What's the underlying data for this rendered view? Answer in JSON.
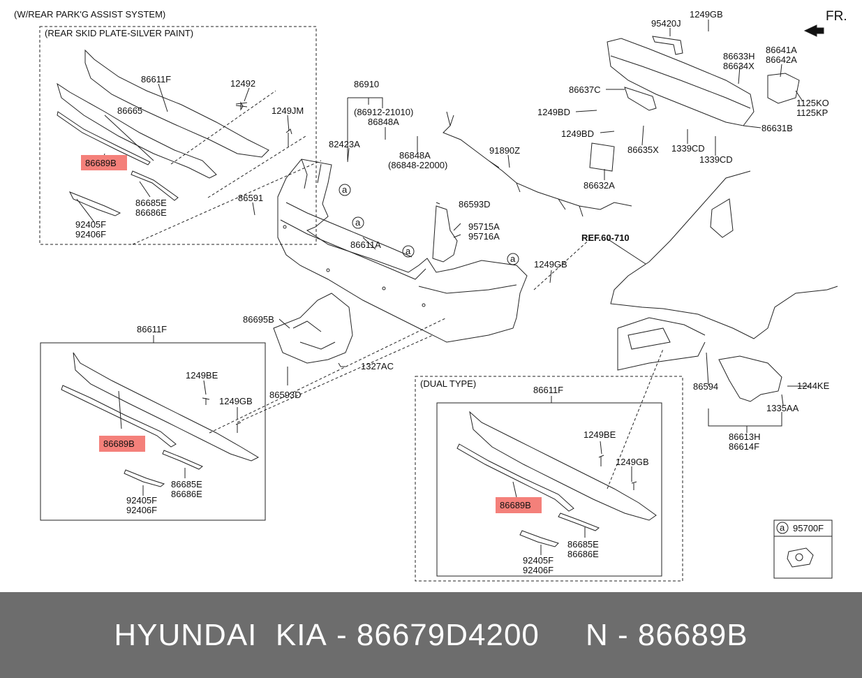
{
  "header": {
    "option": "(W/REAR PARK'G ASSIST SYSTEM)",
    "direction": "FR."
  },
  "groups": {
    "skid_plate": "(REAR SKID PLATE-SILVER PAINT)",
    "dual_type": "(DUAL TYPE)"
  },
  "reference": "REF.60-710",
  "callout_symbol": "a",
  "parts": {
    "p95420J": "95420J",
    "p1249GB_top": "1249GB",
    "p86633H": "86633H",
    "p86634X": "86634X",
    "p86641A": "86641A",
    "p86642A": "86642A",
    "p86637C": "86637C",
    "p1125KO": "1125KO",
    "p1125KP": "1125KP",
    "p1249BD_1": "1249BD",
    "p1249BD_2": "1249BD",
    "p86631B": "86631B",
    "p86635X": "86635X",
    "p1339CD_1": "1339CD",
    "p1339CD_2": "1339CD",
    "p86632A": "86632A",
    "p86611F_sk": "86611F",
    "p12492": "12492",
    "p86665": "86665",
    "p1249JM": "1249JM",
    "p86689B_sk": "86689B",
    "p86685E_sk": "86685E",
    "p86686E_sk": "86686E",
    "p92405F_sk": "92405F",
    "p92406F_sk": "92406F",
    "p86910": "86910",
    "p86912": "(86912-21010)",
    "p86848A_1": "86848A",
    "p82423A": "82423A",
    "p86848A_2": "86848A",
    "p86848_22000": "(86848-22000)",
    "p91890Z": "91890Z",
    "p86591": "86591",
    "p86593D_1": "86593D",
    "p95715A": "95715A",
    "p95716A": "95716A",
    "p86611A": "86611A",
    "p1249GB_mid": "1249GB",
    "p86695B": "86695B",
    "p1327AC": "1327AC",
    "p86593D_2": "86593D",
    "p86611F_bl": "86611F",
    "p1249BE_bl": "1249BE",
    "p1249GB_bl": "1249GB",
    "p86689B_bl": "86689B",
    "p86685E_bl": "86685E",
    "p86686E_bl": "86686E",
    "p92405F_bl": "92405F",
    "p92406F_bl": "92406F",
    "p86611F_dt": "86611F",
    "p1249BE_dt": "1249BE",
    "p1249GB_dt": "1249GB",
    "p86689B_dt": "86689B",
    "p86685E_dt": "86685E",
    "p86686E_dt": "86686E",
    "p92405F_dt": "92405F",
    "p92406F_dt": "92406F",
    "p86594": "86594",
    "p1244KE": "1244KE",
    "p1335AA": "1335AA",
    "p86613H": "86613H",
    "p86614F": "86614F",
    "p95700F": "95700F"
  },
  "colors": {
    "highlight": "#f4807a",
    "footer_bg": "#6d6d6d"
  },
  "footer": {
    "brand": "HYUNDAI  KIA",
    "sep1": " - ",
    "oem": "86679D4200",
    "gap": "     ",
    "n_label": "N",
    "sep2": " - ",
    "item": "86689B"
  }
}
